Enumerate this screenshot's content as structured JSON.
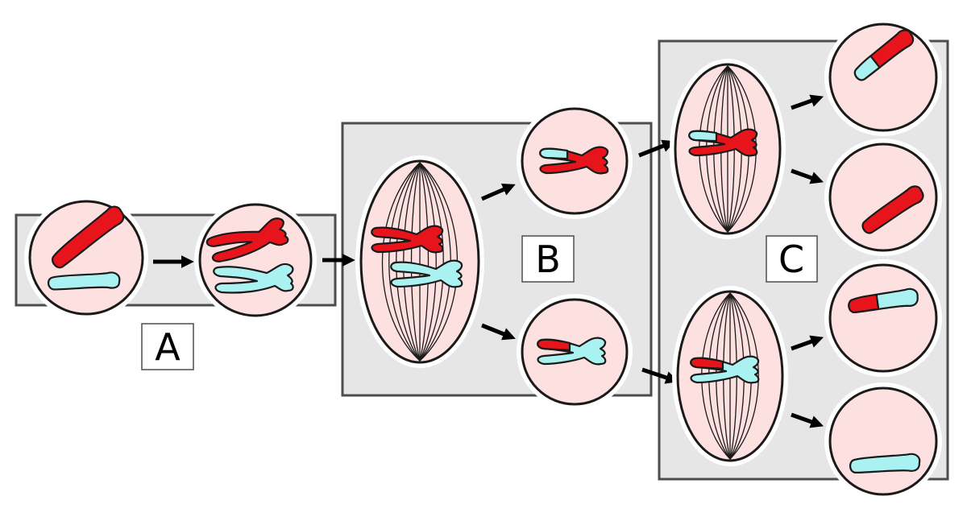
{
  "labels": {
    "stage_a": "A",
    "stage_b": "B",
    "stage_c": "C"
  },
  "colors": {
    "maternal_chromosome": "#e8141b",
    "paternal_chromosome": "#aaf2f2",
    "cell_fill": "#fde0e0",
    "panel_fill": "#e6e6e6"
  }
}
